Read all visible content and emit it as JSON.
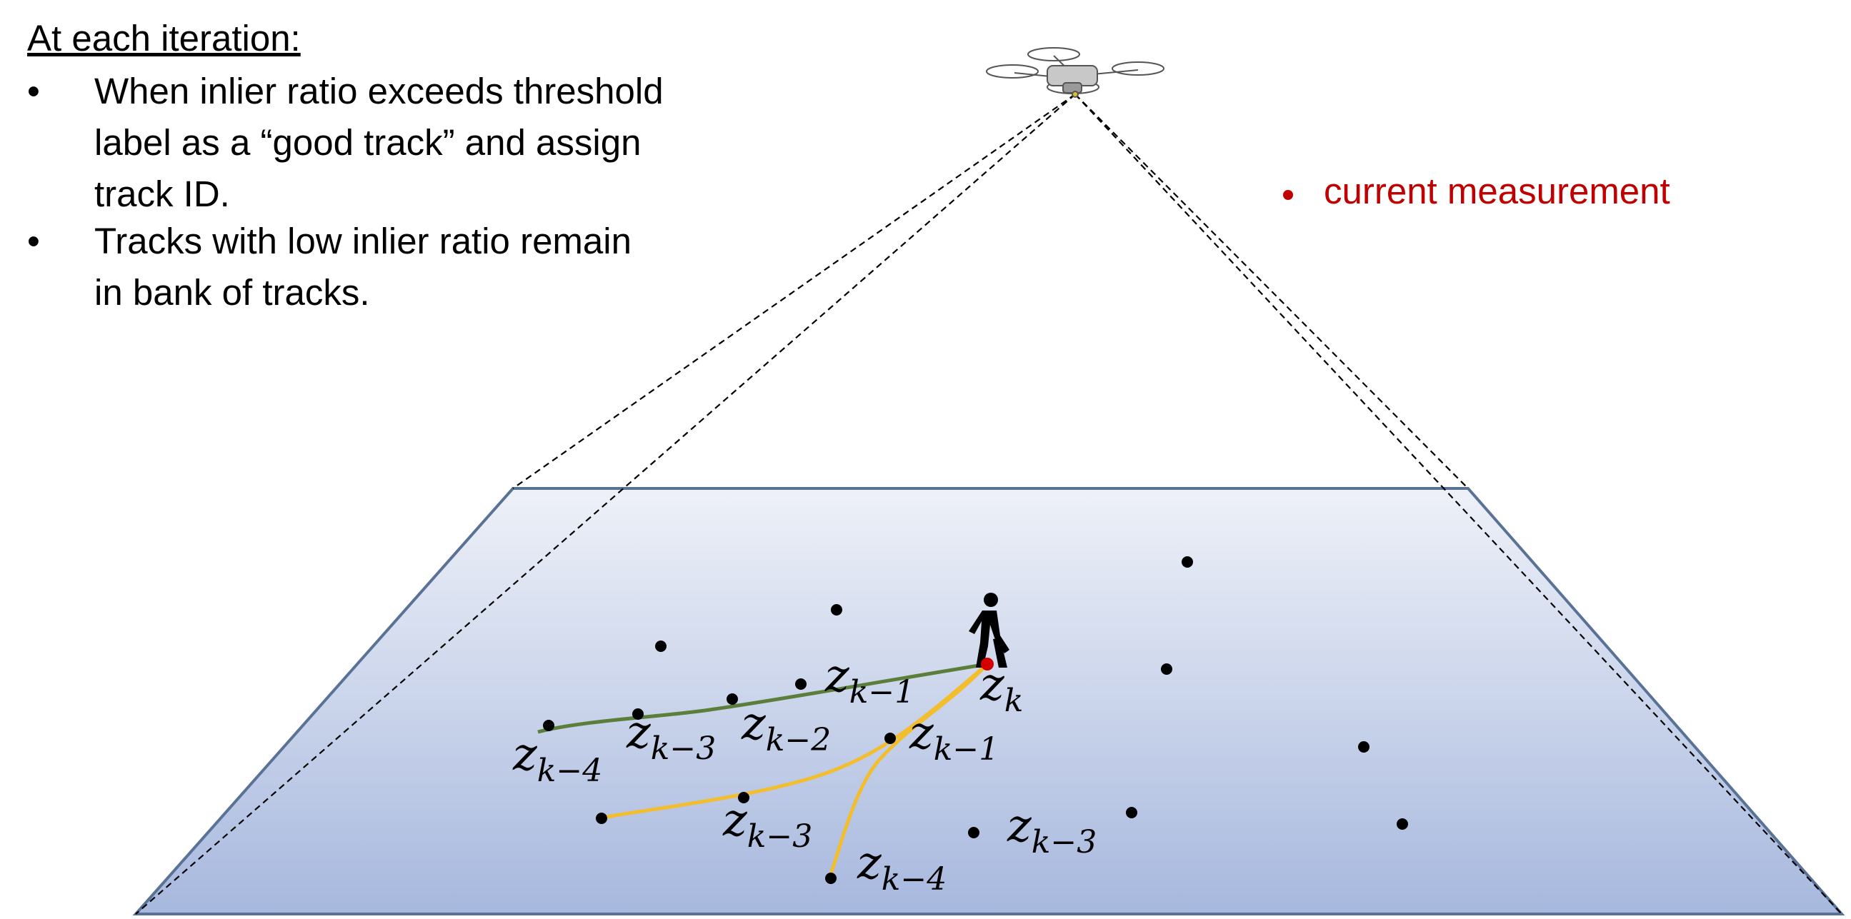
{
  "heading": "At each iteration:",
  "bullets": [
    {
      "symbol": "•",
      "lines": [
        "When inlier ratio exceeds threshold",
        "label as a “good track” and assign",
        "track ID."
      ]
    },
    {
      "symbol": "•",
      "lines": [
        "Tracks with low inlier ratio remain",
        "in bank of tracks."
      ]
    }
  ],
  "legend": {
    "label": "current measurement",
    "color": "#c00000"
  },
  "colors": {
    "good_track": "#5b7f3a",
    "candidate_track": "#f2be2e",
    "ground_top": "#eef1f8",
    "ground_bottom": "#a7b8de",
    "ground_border": "#5a7296",
    "point": "#000000",
    "current_point": "#d40000"
  },
  "icons": {
    "drone": "drone-icon",
    "person": "walking-person-icon"
  },
  "labels": {
    "zk": {
      "base": "z",
      "sub": "k"
    },
    "zk1_top": {
      "base": "z",
      "sub": "k−1"
    },
    "zk2": {
      "base": "z",
      "sub": "k−2"
    },
    "zk3_left": {
      "base": "z",
      "sub": "k−3"
    },
    "zk4_left": {
      "base": "z",
      "sub": "k−4"
    },
    "zk1_mid": {
      "base": "z",
      "sub": "k−1"
    },
    "zk3_low": {
      "base": "z",
      "sub": "k−3"
    },
    "zk4_low": {
      "base": "z",
      "sub": "k−4"
    },
    "zk3_right": {
      "base": "z",
      "sub": "k−3"
    }
  }
}
